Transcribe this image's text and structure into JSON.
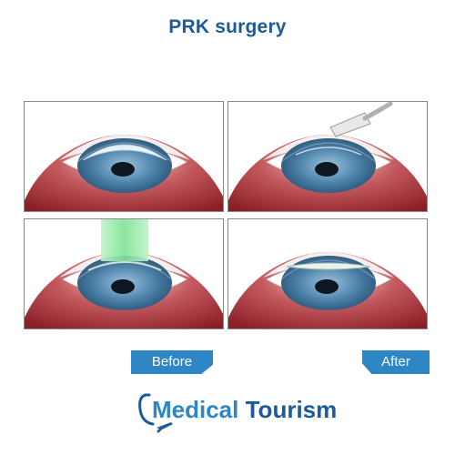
{
  "title": "PRK surgery",
  "labels": {
    "before": "Before",
    "after": "After"
  },
  "logo": {
    "word1": "Medical",
    "word2": "Tourism"
  },
  "colors": {
    "title": "#1d5a98",
    "tag": "#2e86c4",
    "laser": "#7de394",
    "iris": "#4a80a8"
  }
}
